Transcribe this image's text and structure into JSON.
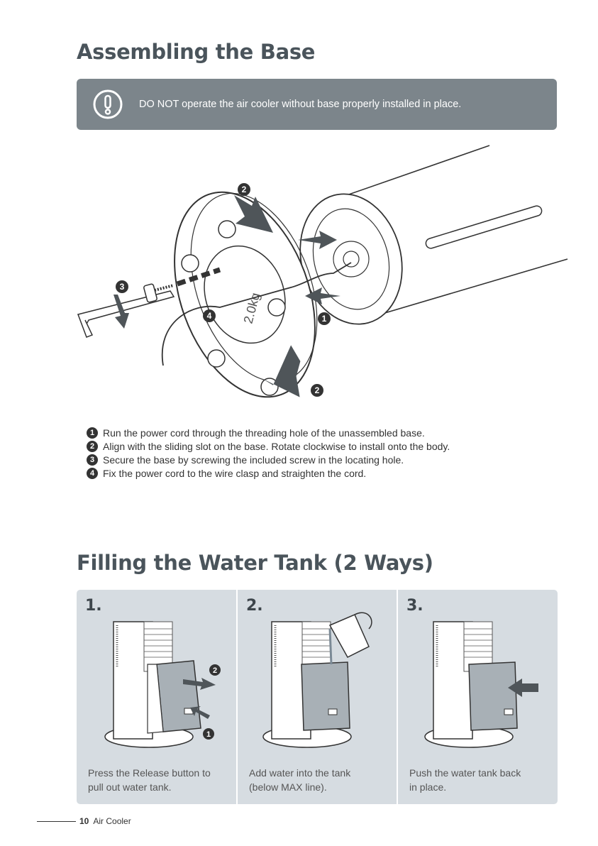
{
  "section1": {
    "title": "Assembling the Base",
    "warning": "DO NOT operate the air cooler without base properly installed in place.",
    "base_label": "2.0kg",
    "callouts": [
      "1",
      "2",
      "3",
      "4"
    ],
    "steps": [
      {
        "num": "1",
        "text": "Run the power cord through the threading hole of the unassembled base."
      },
      {
        "num": "2",
        "text": "Align with the sliding slot on the base. Rotate clockwise to install onto the body."
      },
      {
        "num": "3",
        "text": "Secure the base by screwing the included screw in the locating hole."
      },
      {
        "num": "4",
        "text": "Fix the power cord to the wire clasp and straighten the cord."
      }
    ]
  },
  "section2": {
    "title": "Filling the Water Tank (2 Ways)",
    "panels": [
      {
        "num": "1.",
        "caption_l1": "Press the Release button to",
        "caption_l2": "pull out water tank."
      },
      {
        "num": "2.",
        "caption_l1": "Add water into the tank",
        "caption_l2": "(below MAX line)."
      },
      {
        "num": "3.",
        "caption_l1": "Push the water tank back",
        "caption_l2": "in place."
      }
    ]
  },
  "footer": {
    "page": "10",
    "label": "Air Cooler"
  },
  "colors": {
    "heading": "#4a545b",
    "banner": "#7c858b",
    "panel_bg": "#d6dce1",
    "arrow": "#4f5559"
  }
}
